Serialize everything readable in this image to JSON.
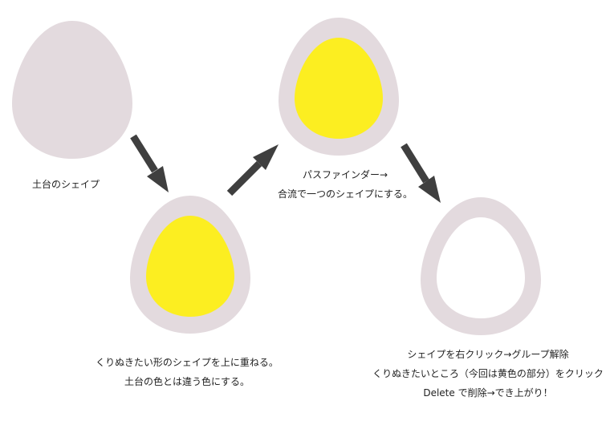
{
  "colors": {
    "shape_base": "#e3dade",
    "shape_cutout": "#fcee21",
    "arrow": "#3f3f3f",
    "background": "#ffffff",
    "text": "#222222"
  },
  "steps": [
    {
      "id": "base",
      "caption": [
        "土台のシェイプ"
      ]
    },
    {
      "id": "overlap",
      "caption": [
        "くりぬきたい形のシェイプを上に重ねる。",
        "土台の色とは違う色にする。"
      ]
    },
    {
      "id": "pathfinder",
      "caption": [
        "パスファインダー→",
        "合流で一つのシェイプにする。"
      ]
    },
    {
      "id": "ungroup",
      "caption": [
        "シェイプを右クリック→グループ解除",
        "くりぬきたいところ（今回は黄色の部分）をクリック",
        "Delete で削除→でき上がり！"
      ]
    }
  ]
}
